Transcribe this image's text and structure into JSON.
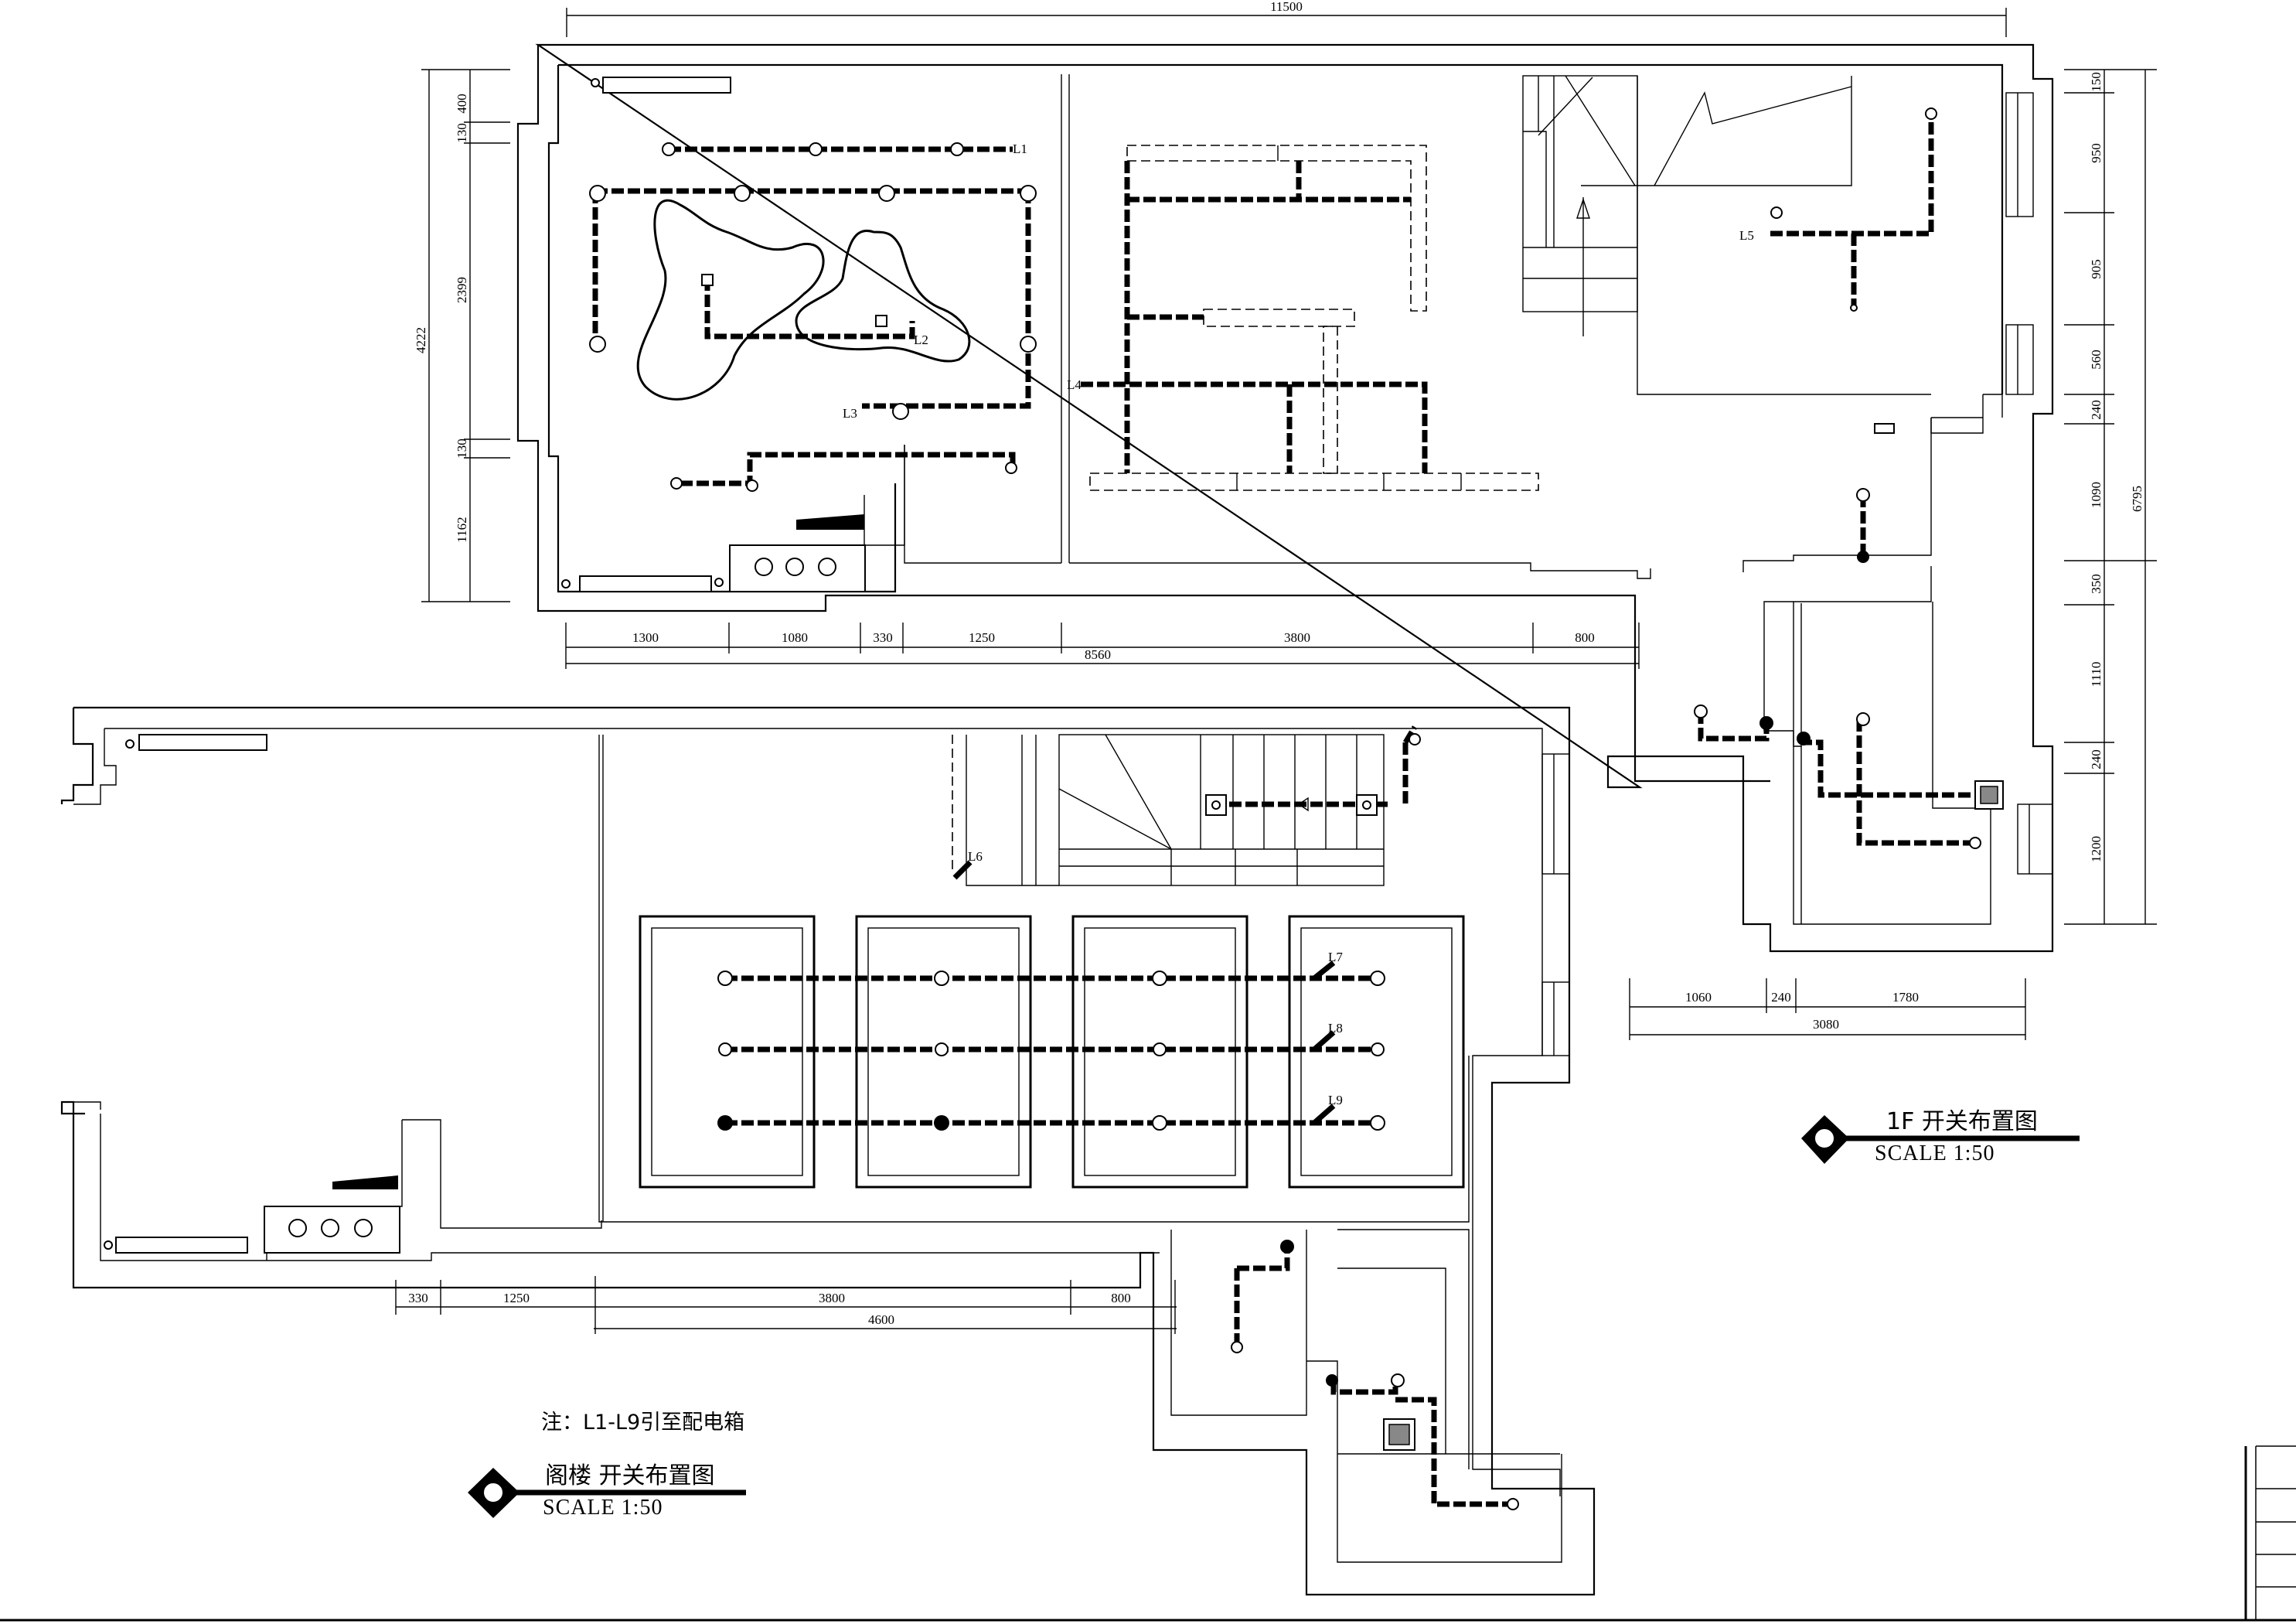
{
  "top_plan": {
    "title": "1F 开关布置图",
    "scale": "SCALE  1:50",
    "dims_top": [
      "11500"
    ],
    "dims_bottom": [
      "1300",
      "1080",
      "330",
      "1250",
      "3800",
      "800",
      "8560"
    ],
    "dims_left": [
      "400",
      "130",
      "2399",
      "4222",
      "130",
      "1162"
    ],
    "dims_right": [
      "150",
      "950",
      "905",
      "560",
      "240",
      "1090",
      "350",
      "1110",
      "240",
      "1200",
      "6795"
    ],
    "dims_lower_right": [
      "1060",
      "240",
      "1780",
      "3080"
    ],
    "labels": [
      "L1",
      "L2",
      "L3",
      "L4",
      "L5"
    ]
  },
  "attic_plan": {
    "title": "阁楼 开关布置图",
    "scale": "SCALE  1:50",
    "note": "注：L1-L9引至配电箱",
    "dims_bottom": [
      "330",
      "1250",
      "3800",
      "800",
      "4600"
    ],
    "labels": [
      "L6",
      "L7",
      "L8",
      "L9"
    ]
  }
}
